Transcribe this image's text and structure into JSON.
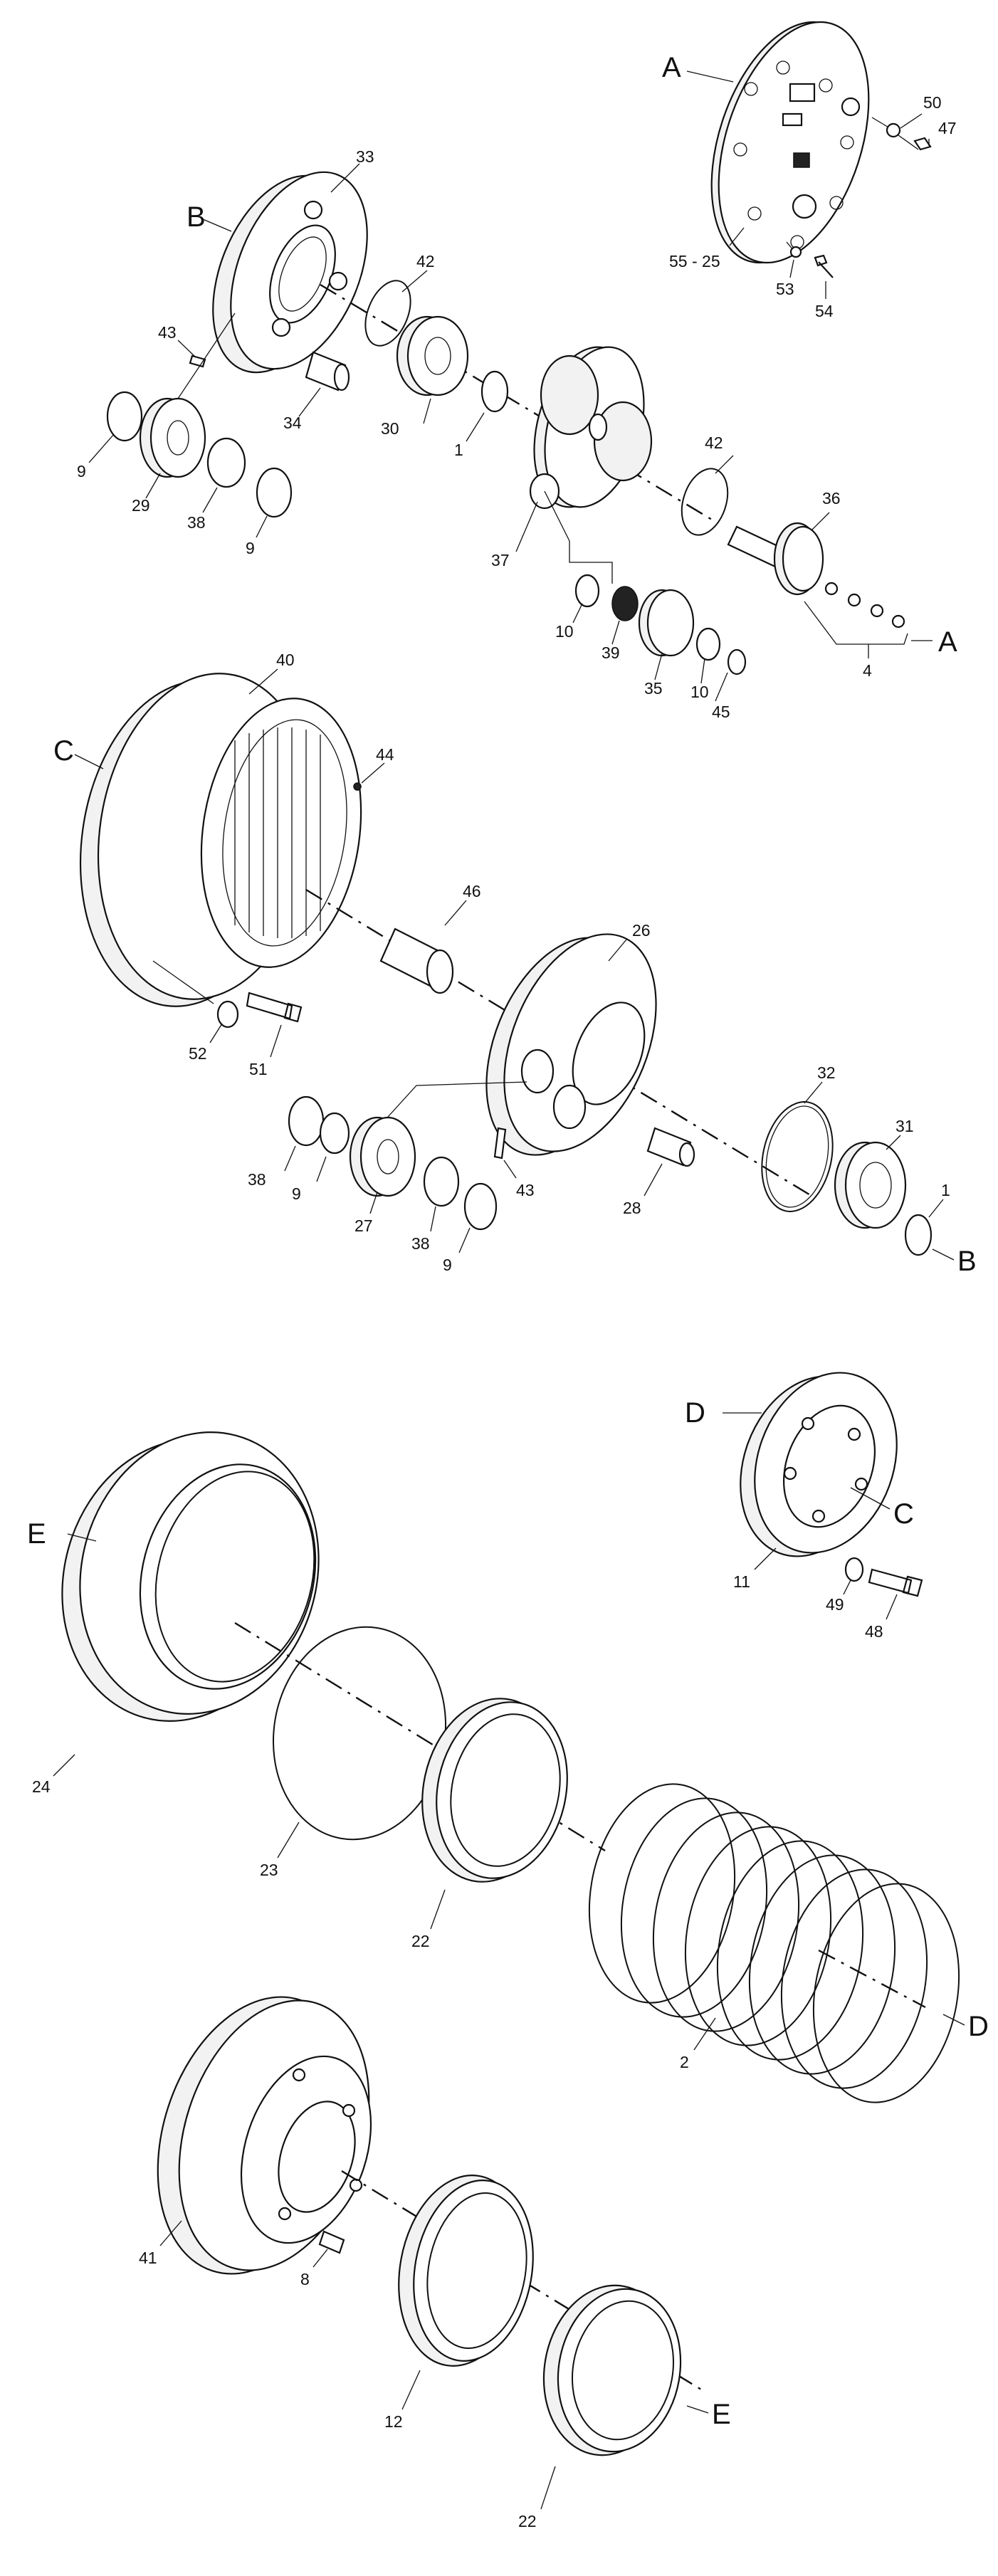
{
  "labels": {
    "n1a": "1",
    "n1b": "1",
    "n2": "2",
    "n4": "4",
    "n8": "8",
    "n9a": "9",
    "n9b": "9",
    "n9c": "9",
    "n9d": "9",
    "n10a": "10",
    "n10b": "10",
    "n11": "11",
    "n12": "12",
    "n22a": "22",
    "n22b": "22",
    "n23": "23",
    "n24": "24",
    "n26": "26",
    "n27": "27",
    "n28": "28",
    "n29": "29",
    "n30": "30",
    "n31": "31",
    "n32": "32",
    "n33": "33",
    "n34": "34",
    "n35": "35",
    "n36": "36",
    "n37": "37",
    "n38a": "38",
    "n38b": "38",
    "n38c": "38",
    "n39": "39",
    "n40": "40",
    "n41": "41",
    "n42a": "42",
    "n42b": "42",
    "n43a": "43",
    "n43b": "43",
    "n44": "44",
    "n45": "45",
    "n46": "46",
    "n47": "47",
    "n48": "48",
    "n49": "49",
    "n50": "50",
    "n51": "51",
    "n52": "52",
    "n53": "53",
    "n54": "54",
    "n5525": "55 - 25",
    "refA1": "A",
    "refA2": "A",
    "refB1": "B",
    "refB2": "B",
    "refC1": "C",
    "refC2": "C",
    "refD1": "D",
    "refD2": "D",
    "refE1": "E",
    "refE2": "E"
  }
}
